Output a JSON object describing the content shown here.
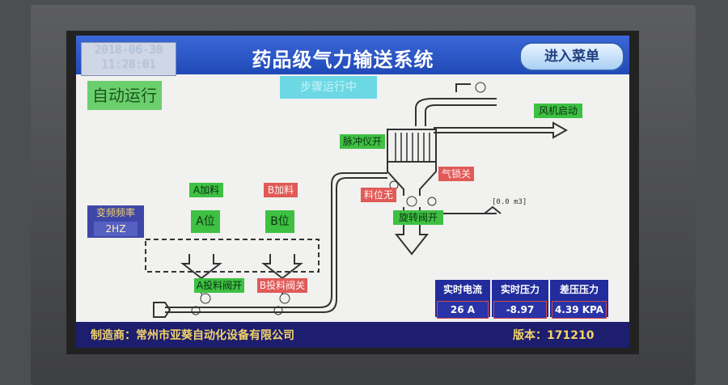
{
  "header": {
    "date": "2018-06-30",
    "time": "11:28:01",
    "title": "药品级气力输送系统",
    "menu_button": "进入菜单"
  },
  "status": {
    "mode": "自动运行",
    "cyan_label": "步骤运行中"
  },
  "labels": {
    "fan_start": "风机启动",
    "pulse_valve": "脉冲仪开",
    "air_lock_close": "气锁关",
    "level": "料位无",
    "rotary_valve": "旋转阀开",
    "a_feed": "A加料",
    "b_feed": "B加料",
    "a_position": "A位",
    "b_position": "B位",
    "a_valve": "A投料阀开",
    "b_valve": "B投料阀关",
    "vfd_title": "变频频率",
    "vfd_value": "2HZ"
  },
  "metrics": [
    {
      "name": "实时电流",
      "value": "26 A"
    },
    {
      "name": "实时压力",
      "value": "-8.97 KPa"
    },
    {
      "name": "差压压力",
      "value": "4.39 KPA"
    }
  ],
  "footer": {
    "manufacturer": "制造商：常州市亚葵自动化设备有限公司",
    "version": "版本：171210"
  },
  "colors": {
    "title_bar": "#2a55c6",
    "status_green": "#3ec043",
    "status_red": "#e05a57",
    "panel_blue": "#222c9c",
    "footer_text": "#f3d36b"
  }
}
